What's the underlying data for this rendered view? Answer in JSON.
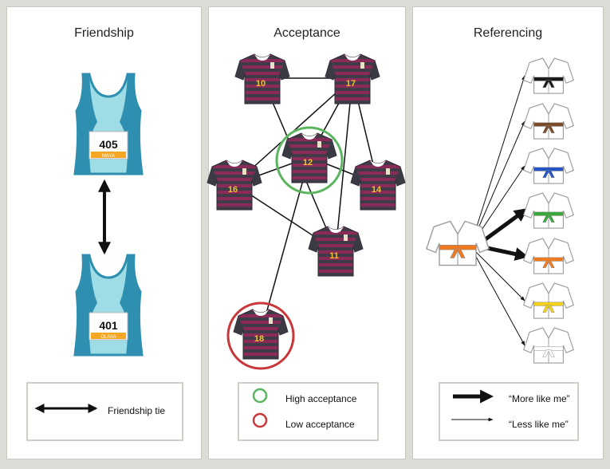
{
  "panels": {
    "friendship": {
      "title": "Friendship",
      "runners": [
        {
          "number": "405",
          "name": "MAYA"
        },
        {
          "number": "401",
          "name": "OLIVIA"
        }
      ],
      "legend": {
        "tie_label": "Friendship tie"
      }
    },
    "acceptance": {
      "title": "Acceptance",
      "players": [
        "10",
        "17",
        "12",
        "16",
        "14",
        "11",
        "18"
      ],
      "legend": {
        "high_label": "High acceptance",
        "low_label": "Low acceptance"
      },
      "colors": {
        "high": "#5bb55e",
        "low": "#c8373a",
        "jersey_stripe": "#8a2a58",
        "jersey_dark": "#3a3a44",
        "number": "#f2c12e"
      }
    },
    "referencing": {
      "title": "Referencing",
      "belts": [
        "black",
        "brown",
        "blue",
        "green",
        "orange",
        "yellow",
        "white"
      ],
      "self_belt": "orange",
      "legend": {
        "more_label": "“More like me”",
        "less_label": "“Less like me”"
      }
    }
  },
  "colors": {
    "singlet_light": "#9fdde6",
    "singlet_dark": "#2e8fb0",
    "bib_bar": "#f5a623",
    "belt_black": "#1a1a1a",
    "belt_brown": "#7b4a2a",
    "belt_blue": "#2453c4",
    "belt_green": "#3aa83a",
    "belt_orange": "#f07a20",
    "belt_yellow": "#f4d21a",
    "belt_white": "#ffffff"
  }
}
